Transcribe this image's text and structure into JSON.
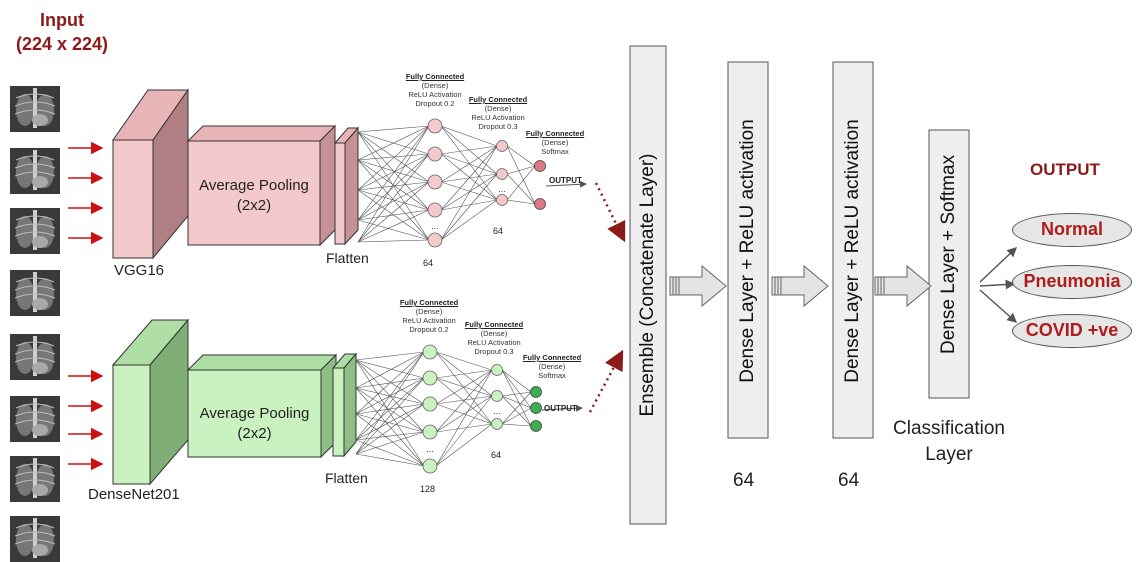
{
  "input": {
    "title": "Input",
    "size": "(224 x 224)"
  },
  "branches": {
    "vgg": {
      "name": "VGG16",
      "pooling": "Average Pooling",
      "pooling_size": "(2x2)",
      "flatten": "Flatten",
      "fc1": {
        "title": "Fully Connected",
        "type": "(Dense)",
        "activation": "ReLU Activation",
        "dropout": "Dropout 0.2",
        "units": "64"
      },
      "fc2": {
        "title": "Fully Connected",
        "type": "(Dense)",
        "activation": "ReLU Activation",
        "dropout": "Dropout 0.3",
        "units": "64"
      },
      "fc3": {
        "title": "Fully Connected",
        "type": "(Dense)",
        "activation": "Softmax"
      },
      "output": "OUTPUT",
      "color": "#f4c9cc"
    },
    "densenet": {
      "name": "DenseNet201",
      "pooling": "Average Pooling",
      "pooling_size": "(2x2)",
      "flatten": "Flatten",
      "fc1": {
        "title": "Fully Connected",
        "type": "(Dense)",
        "activation": "ReLU Activation",
        "dropout": "Dropout 0.2",
        "units": "128"
      },
      "fc2": {
        "title": "Fully Connected",
        "type": "(Dense)",
        "activation": "ReLU Activation",
        "dropout": "Dropout 0.3",
        "units": "64"
      },
      "fc3": {
        "title": "Fully Connected",
        "type": "(Dense)",
        "activation": "Softmax"
      },
      "output": "OUTPUT",
      "color": "#c9f2c0"
    }
  },
  "ensemble": {
    "label": "Ensemble (Concatenate Layer)"
  },
  "dense1": {
    "label": "Dense Layer + ReLU activation",
    "units": "64"
  },
  "dense2": {
    "label": "Dense Layer + ReLU activation",
    "units": "64"
  },
  "classifier": {
    "label": "Dense Layer + Softmax",
    "caption_line1": "Classification",
    "caption_line2": "Layer"
  },
  "output": {
    "title": "OUTPUT",
    "classes": [
      "Normal",
      "Pneumonia",
      "COVID +ve"
    ]
  },
  "colors": {
    "accent_red": "#8b1a1a",
    "arrow_red": "#cc1111",
    "box_gray": "#eeeeee"
  }
}
